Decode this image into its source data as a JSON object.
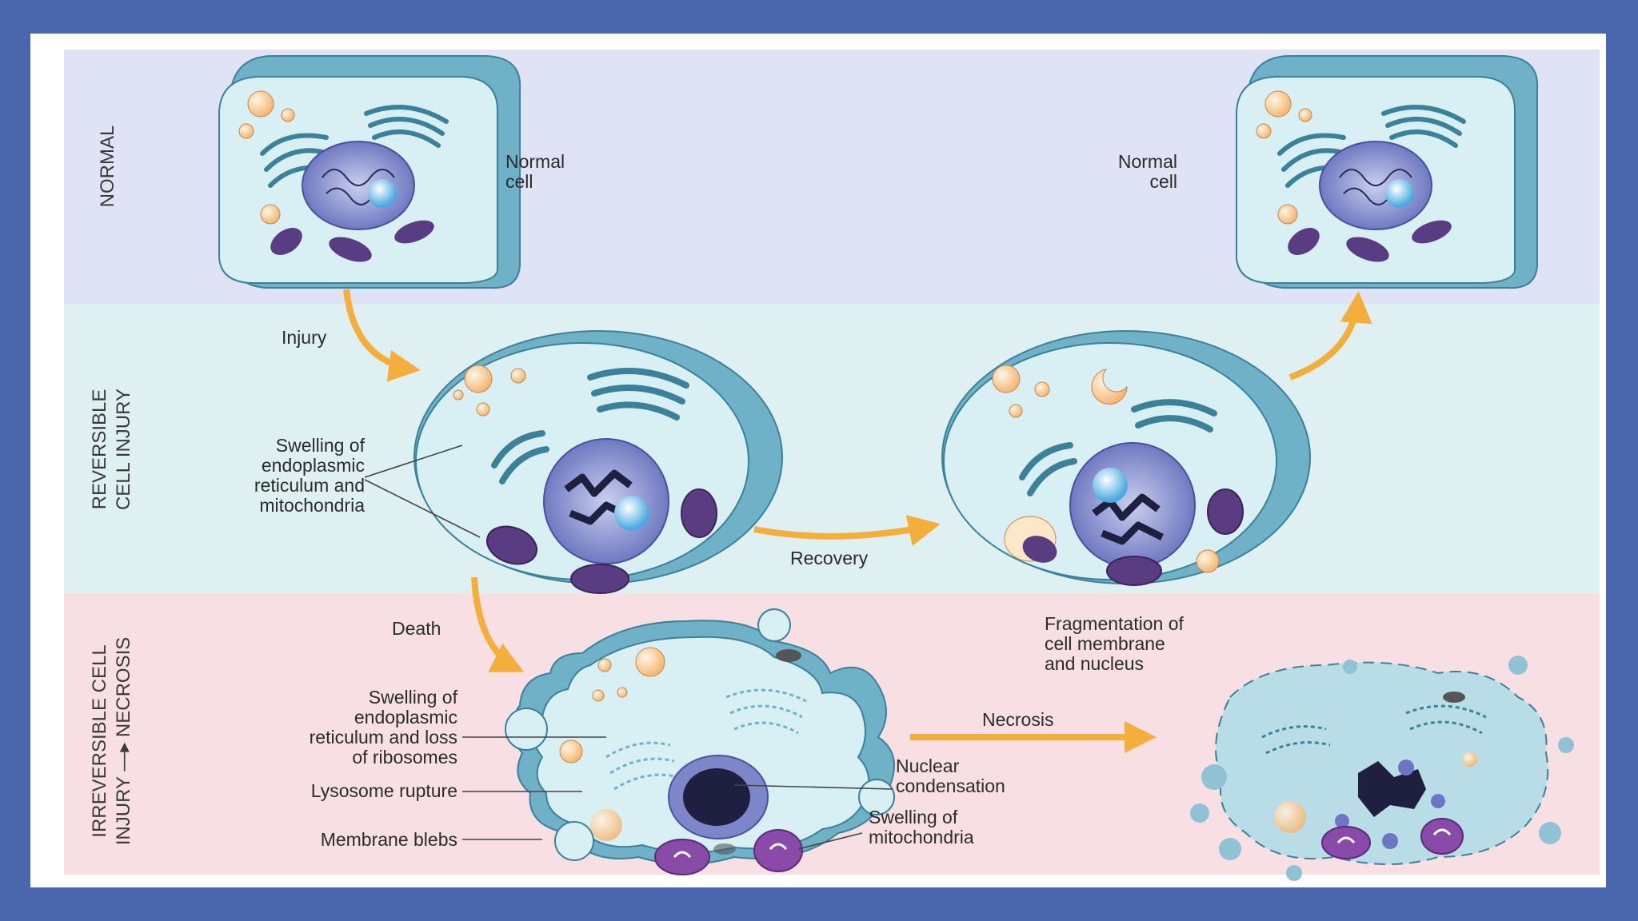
{
  "bands": {
    "normal": {
      "label": "NORMAL",
      "color": "#e0e2f6"
    },
    "reversible": {
      "label_line1": "REVERSIBLE",
      "label_line2": "CELL INJURY",
      "color": "#dff0f2"
    },
    "irreversible": {
      "label_line1": "IRREVERSIBLE CELL",
      "label_line2": "INJURY —▸ NECROSIS",
      "color": "#f7dfe3"
    }
  },
  "labels": {
    "normal_left": [
      "Normal",
      "cell"
    ],
    "normal_right": [
      "Normal",
      "cell"
    ],
    "injury": "Injury",
    "recovery": "Recovery",
    "death": "Death",
    "necrosis": "Necrosis",
    "swelling_er_mito": [
      "Swelling of",
      "endoplasmic",
      "reticulum and",
      "mitochondria"
    ],
    "swelling_er_ribosomes": [
      "Swelling of",
      "endoplasmic",
      "reticulum and loss",
      "of ribosomes"
    ],
    "lysosome_rupture": "Lysosome rupture",
    "membrane_blebs": "Membrane blebs",
    "nuclear_condensation": [
      "Nuclear",
      "condensation"
    ],
    "swelling_mitochondria": [
      "Swelling of",
      "mitochondria"
    ],
    "fragmentation": [
      "Fragmentation of",
      "cell membrane",
      "and nucleus"
    ]
  },
  "colors": {
    "frame": "#4a67ad",
    "cell_wall": "#6fb2c8",
    "cytoplasm": "#d8eff3",
    "nucleus": "#7d86c9",
    "mitochondria": "#5a3c82",
    "arrow": "#f3ae3c"
  }
}
